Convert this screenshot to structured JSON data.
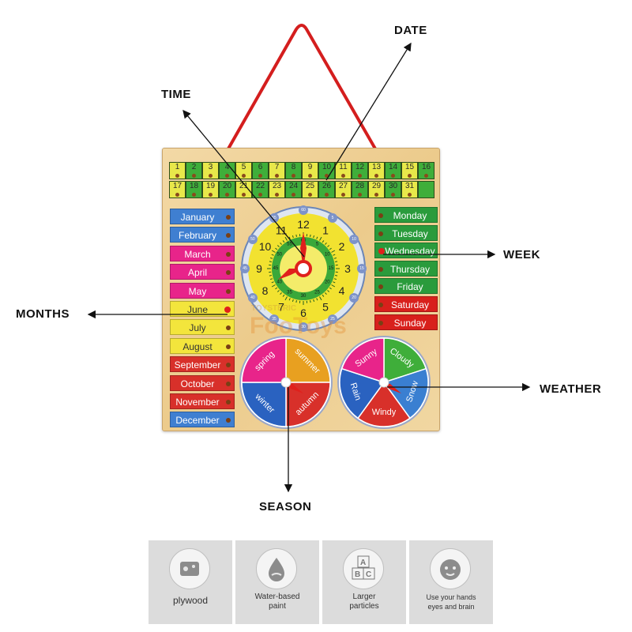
{
  "callouts": {
    "date": "DATE",
    "time": "TIME",
    "week": "WEEK",
    "months": "MONTHS",
    "weather": "WEATHER",
    "season": "SEASON"
  },
  "dates": [
    "1",
    "2",
    "3",
    "4",
    "5",
    "6",
    "7",
    "8",
    "9",
    "10",
    "11",
    "12",
    "13",
    "14",
    "15",
    "16",
    "17",
    "18",
    "19",
    "20",
    "21",
    "22",
    "23",
    "24",
    "25",
    "26",
    "27",
    "28",
    "29",
    "30",
    "31"
  ],
  "months": [
    "January",
    "February",
    "March",
    "April",
    "May",
    "June",
    "July",
    "August",
    "September",
    "October",
    "November",
    "December"
  ],
  "days": [
    "Monday",
    "Tuesday",
    "Wednesday",
    "Thursday",
    "Friday",
    "Saturday",
    "Sunday"
  ],
  "clock": {
    "hours": [
      "12",
      "1",
      "2",
      "3",
      "4",
      "5",
      "6",
      "7",
      "8",
      "9",
      "10",
      "11"
    ],
    "minutes_outer": [
      "60",
      "5",
      "10",
      "15",
      "20",
      "25",
      "30",
      "35",
      "40",
      "45",
      "50",
      "55"
    ],
    "minutes_inner": [
      "60",
      "5",
      "10",
      "15",
      "20",
      "25",
      "30",
      "35",
      "40",
      "45",
      "50",
      "55"
    ]
  },
  "seasons": [
    "summer",
    "autumn",
    "winter",
    "spring"
  ],
  "weather": [
    "Cloudy",
    "Snow",
    "Windy",
    "Rain",
    "Sunny"
  ],
  "watermark": {
    "top": "TOYSTERIC",
    "main": "FooToys"
  },
  "features": [
    {
      "label": "plywood",
      "icon": "plywood-icon"
    },
    {
      "label": "Water-based\npaint",
      "icon": "water-drop-icon"
    },
    {
      "label": "Larger\nparticles",
      "icon": "abc-blocks-icon"
    },
    {
      "label": "Use your hands\neyes and brain",
      "icon": "baby-face-icon"
    }
  ],
  "colors": {
    "date_yellow": "#e8e84a",
    "date_green": "#3fae3a",
    "month_blue": "#3f7fd1",
    "month_pink": "#e8248a",
    "month_yellow": "#f3e53c",
    "month_red": "#d8302a",
    "day_green": "#2a9b3c",
    "day_red": "#d8201c",
    "clock_face": "#f2e230",
    "clock_ring": "#3aa83a",
    "hand_red": "#e0201c",
    "string_red": "#d41e1e"
  }
}
